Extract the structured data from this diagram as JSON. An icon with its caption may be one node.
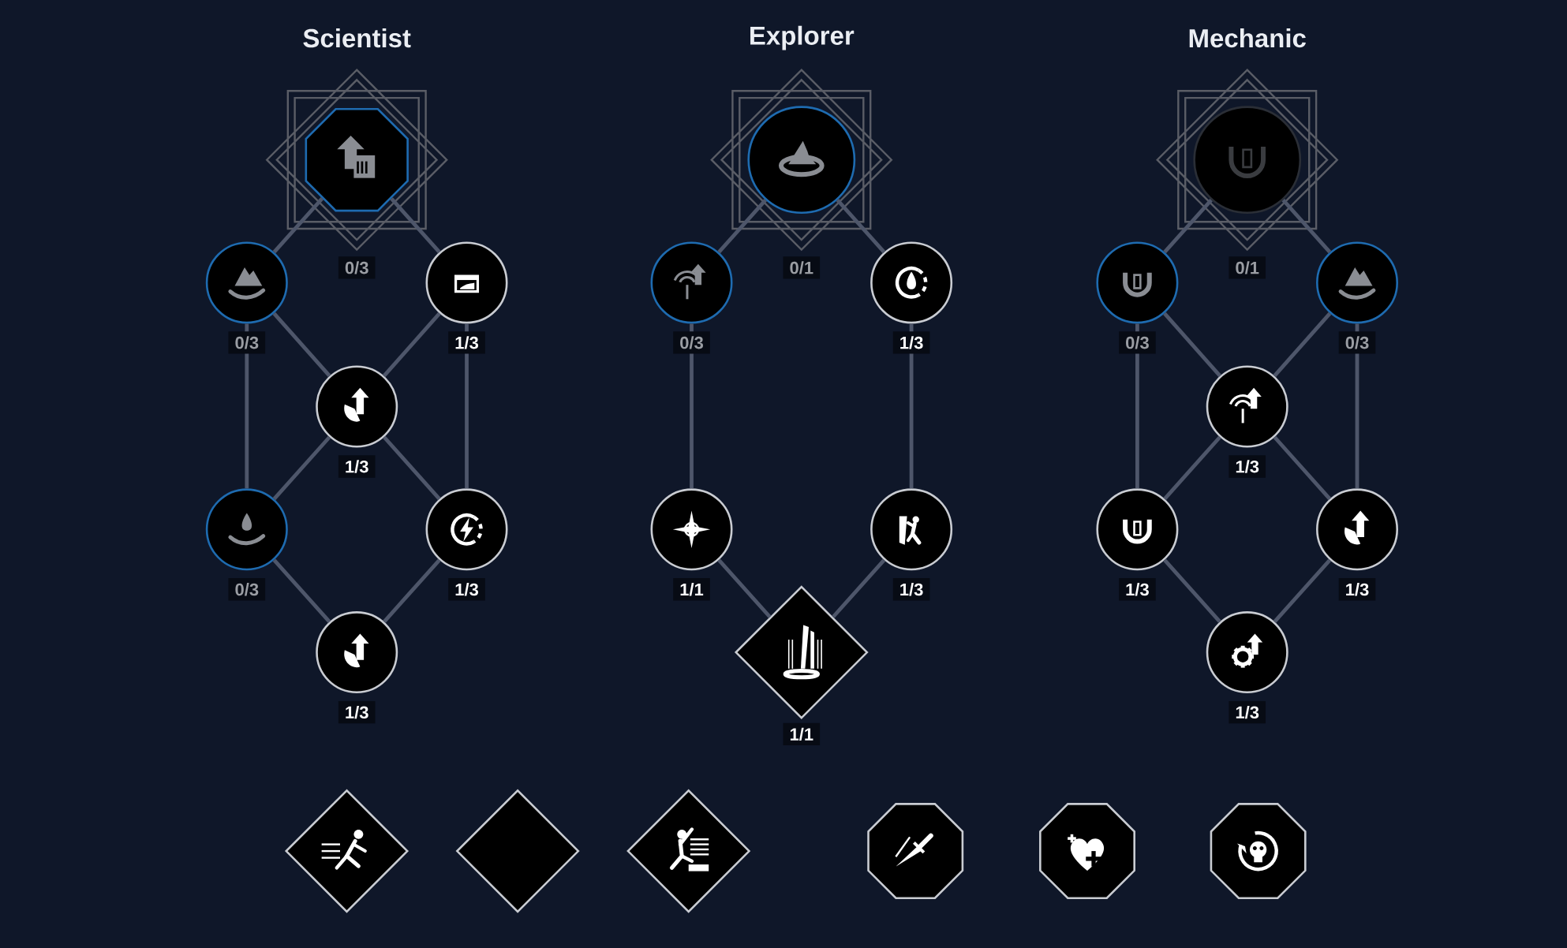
{
  "diagram": {
    "nodes": [
      {
        "text": [],
        "shape": "octagon",
        "beside": [
          "0/3"
        ]
      },
      {
        "text": [],
        "shape": "circle",
        "beside": [
          "0/3"
        ]
      },
      {
        "text": [],
        "shape": "circle",
        "beside": [
          "1/3"
        ]
      },
      {
        "text": [],
        "shape": "circle",
        "beside": [
          "1/3"
        ]
      },
      {
        "text": [],
        "shape": "circle",
        "beside": [
          "0/3"
        ]
      },
      {
        "text": [],
        "shape": "circle",
        "beside": [
          "1/3"
        ]
      },
      {
        "text": [],
        "shape": "circle",
        "beside": [
          "1/3"
        ]
      },
      {
        "text": [],
        "shape": "circle",
        "beside": [
          "0/1"
        ]
      },
      {
        "text": [],
        "shape": "circle",
        "beside": [
          "0/3"
        ]
      },
      {
        "text": [],
        "shape": "circle",
        "beside": [
          "1/3"
        ]
      },
      {
        "text": [],
        "shape": "circle",
        "beside": [
          "1/1"
        ]
      },
      {
        "text": [],
        "shape": "circle",
        "beside": [
          "1/3"
        ]
      },
      {
        "text": [],
        "shape": "diamond",
        "beside": [
          "1/1"
        ]
      },
      {
        "text": [],
        "shape": "circle",
        "beside": [
          "0/1"
        ]
      },
      {
        "text": [],
        "shape": "circle",
        "beside": [
          "0/3"
        ]
      },
      {
        "text": [],
        "shape": "circle",
        "beside": [
          "0/3"
        ]
      },
      {
        "text": [],
        "shape": "circle",
        "beside": [
          "1/3"
        ]
      },
      {
        "text": [],
        "shape": "circle",
        "beside": [
          "1/3"
        ]
      },
      {
        "text": [],
        "shape": "circle",
        "beside": [
          "1/3"
        ]
      },
      {
        "text": [],
        "shape": "circle",
        "beside": [
          "1/3"
        ]
      },
      {
        "text": [],
        "shape": "diamond"
      },
      {
        "text": [],
        "shape": "diamond"
      },
      {
        "text": [],
        "shape": "diamond"
      },
      {
        "text": [],
        "shape": "octagon"
      },
      {
        "text": [],
        "shape": "octagon"
      },
      {
        "text": [],
        "shape": "octagon"
      }
    ],
    "edges": [
      {
        "from": 0,
        "to": 1,
        "arrow": "none"
      },
      {
        "from": 0,
        "to": 2,
        "arrow": "none"
      },
      {
        "from": 1,
        "to": 3,
        "arrow": "none"
      },
      {
        "from": 2,
        "to": 3,
        "arrow": "none"
      },
      {
        "from": 1,
        "to": 4,
        "arrow": "none"
      },
      {
        "from": 2,
        "to": 5,
        "arrow": "none"
      },
      {
        "from": 3,
        "to": 4,
        "arrow": "none"
      },
      {
        "from": 3,
        "to": 5,
        "arrow": "none"
      },
      {
        "from": 4,
        "to": 6,
        "arrow": "none"
      },
      {
        "from": 5,
        "to": 6,
        "arrow": "none"
      },
      {
        "from": 7,
        "to": 8,
        "arrow": "none"
      },
      {
        "from": 7,
        "to": 9,
        "arrow": "none"
      },
      {
        "from": 8,
        "to": 10,
        "arrow": "none"
      },
      {
        "from": 9,
        "to": 11,
        "arrow": "none"
      },
      {
        "from": 10,
        "to": 12,
        "arrow": "none"
      },
      {
        "from": 11,
        "to": 12,
        "arrow": "none"
      },
      {
        "from": 13,
        "to": 14,
        "arrow": "none"
      },
      {
        "from": 13,
        "to": 15,
        "arrow": "none"
      },
      {
        "from": 14,
        "to": 16,
        "arrow": "none"
      },
      {
        "from": 15,
        "to": 16,
        "arrow": "none"
      },
      {
        "from": 14,
        "to": 17,
        "arrow": "none"
      },
      {
        "from": 15,
        "to": 18,
        "arrow": "none"
      },
      {
        "from": 16,
        "to": 17,
        "arrow": "none"
      },
      {
        "from": 16,
        "to": 18,
        "arrow": "none"
      },
      {
        "from": 17,
        "to": 19,
        "arrow": "none"
      },
      {
        "from": 18,
        "to": 19,
        "arrow": "none"
      }
    ],
    "labels": [
      "Scientist",
      "Explorer",
      "Mechanic"
    ]
  }
}
